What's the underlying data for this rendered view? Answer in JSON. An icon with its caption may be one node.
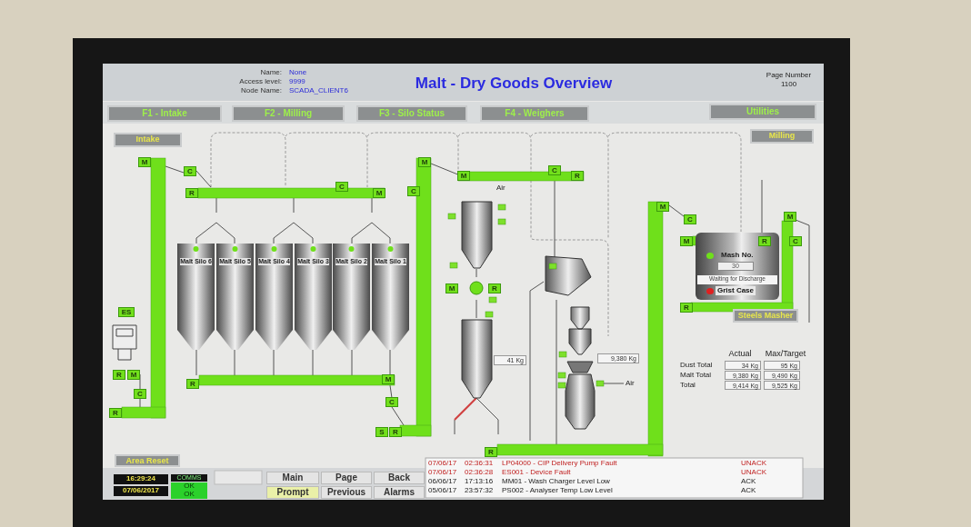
{
  "diagram": {
    "title": "Malt - Dry Goods Overview",
    "nodes": [
      {
        "text": [
          "Malt Silo 6"
        ]
      },
      {
        "text": [
          "Malt Silo 5"
        ]
      },
      {
        "text": [
          "Malt Silo 4"
        ]
      },
      {
        "text": [
          "Malt Silo 3"
        ]
      },
      {
        "text": [
          "Malt Silo 2"
        ]
      },
      {
        "text": [
          "Malt Silo 1"
        ]
      },
      {
        "text": [
          "Mash No.",
          "30",
          "Waiting for Discharge",
          "Grist Case"
        ]
      }
    ],
    "labels": [
      "Name:",
      "None",
      "Access level:",
      "9999",
      "Node Name:",
      "SCADA_CLIENT6",
      "Page Number",
      "1100",
      "F1 - Intake",
      "F2 - Milling",
      "F3 - Silo Status",
      "F4 - Weighers",
      "Utilities",
      "Intake",
      "Milling",
      "M",
      "C",
      "M",
      "C",
      "C",
      "R",
      "M",
      "M",
      "R",
      "C",
      "Air",
      "M",
      "C",
      "M",
      "M",
      "R",
      "C",
      "M",
      "R",
      "ES",
      "R",
      "Steels Masher",
      "Actual",
      "Max/Target",
      "Dust Total",
      "34 Kg",
      "95 Kg",
      "Malt Total",
      "9,380 Kg",
      "9,490 Kg",
      "Total",
      "9,414 Kg",
      "9,525 Kg",
      "41 Kg",
      "9,380 Kg",
      "R",
      "M",
      "R",
      "M",
      "Air",
      "C",
      "C",
      "R",
      "S",
      "R",
      "R",
      "Area Reset",
      "16:29:24",
      "COMMS",
      "Main",
      "Page",
      "Back",
      "07/06/2017",
      "OK",
      "OK",
      "Prompt",
      "Previous",
      "Alarms",
      "07/06/17",
      "02:36:31",
      "LP04000 - CIP Delivery Pump Fault",
      "UNACK",
      "07/06/17",
      "02:36:28",
      "ES001 - Device Fault",
      "UNACK",
      "06/06/17",
      "17:13:16",
      "MM01 - Wash Charger Level Low",
      "ACK",
      "05/06/17",
      "23:57:32",
      "PS002 - Analyser Temp Low Level",
      "ACK"
    ]
  }
}
